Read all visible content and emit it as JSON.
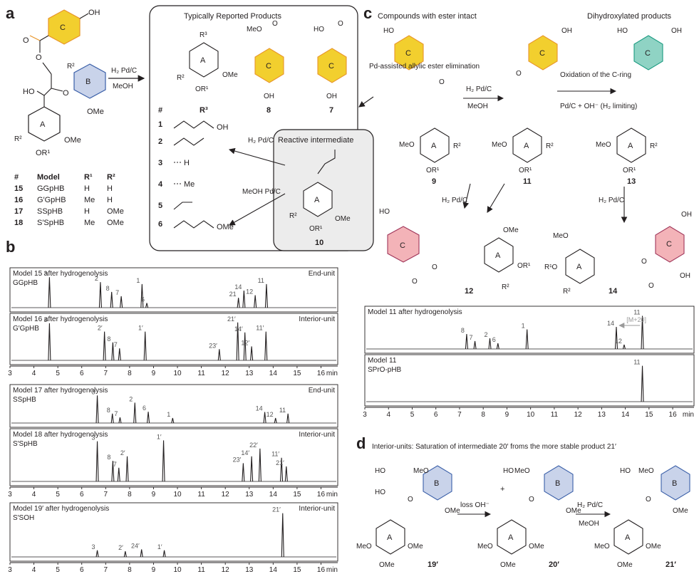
{
  "panels": {
    "a": "a",
    "b": "b",
    "c": "c",
    "d": "d"
  },
  "colors": {
    "ring_A": "#ffffff",
    "ring_B_fill": "#c9d3ea",
    "ring_B_stroke": "#3a5fa8",
    "ring_C_fill": "#f2cf2e",
    "ring_C_stroke": "#e8952a",
    "ring_C_dihydroxy_fill": "#8fd3c4",
    "ring_C_dihydroxy_stroke": "#1a9a80",
    "ring_C_saturated_fill": "#f3b3b8",
    "ring_C_saturated_stroke": "#a0365a",
    "reactive_box_fill": "#ececec",
    "trace": "#231f20"
  },
  "panel_a": {
    "reagent_top": "H₂ Pd/C",
    "reagent_bottom": "MeOH",
    "typ_title": "Typically Reported Products",
    "reactive_title": "Reactive intermediate",
    "reactive_reagent1": "H₂ Pd/C",
    "reactive_reagent2": "MeOH Pd/C",
    "compound_8": "8",
    "compound_7": "7",
    "compound_10": "10",
    "r3_label": "R³",
    "hash": "#",
    "r3_list": [
      {
        "num": "1",
        "grp": "OH"
      },
      {
        "num": "2",
        "grp": ""
      },
      {
        "num": "3",
        "grp": "H"
      },
      {
        "num": "4",
        "grp": "Me"
      },
      {
        "num": "5",
        "grp": ""
      },
      {
        "num": "6",
        "grp": "OMe"
      }
    ],
    "model_table": {
      "headers": [
        "#",
        "Model",
        "R¹",
        "R²"
      ],
      "rows": [
        [
          "15",
          "GGpHB",
          "H",
          "H"
        ],
        [
          "16",
          "G′GpHB",
          "Me",
          "H"
        ],
        [
          "17",
          "SSpHB",
          "H",
          "OMe"
        ],
        [
          "18",
          "S′SpHB",
          "Me",
          "OMe"
        ]
      ]
    }
  },
  "panel_c": {
    "title_left": "Compounds with ester intact",
    "title_right": "Dihydroxylated products",
    "pd_elim": "Pd-assisted allylic ester elimination",
    "step1_top": "H₂ Pd/C",
    "step1_bottom": "MeOH",
    "step2_top": "Oxidation of the C-ring",
    "step2_bottom": "Pd/C + OH⁻ (H₂ limiting)",
    "compound_9": "9",
    "compound_11": "11",
    "compound_13": "13",
    "compound_12": "12",
    "compound_14": "14",
    "h2pdc": "H₂ Pd/C"
  },
  "panel_d": {
    "title": "Interior-units: Saturation of intermediate 20′ froms the more stable product 21′",
    "arrow1": "loss OH⁻",
    "arrow2_top": "H₂ Pd/C",
    "arrow2_bottom": "MeOH",
    "compound_19": "19′",
    "compound_20": "20′",
    "compound_21": "21′"
  },
  "chromatograms": [
    {
      "id": "c15",
      "label": "Model 15 after hydrogenolysis",
      "sub": "GGpHB",
      "tag": "End-unit",
      "peaks": [
        {
          "t": 4.65,
          "h": 0.93,
          "lab": "3"
        },
        {
          "t": 6.78,
          "h": 0.78,
          "lab": "2"
        },
        {
          "t": 7.25,
          "h": 0.48,
          "lab": "8"
        },
        {
          "t": 7.65,
          "h": 0.35,
          "lab": "7"
        },
        {
          "t": 8.52,
          "h": 0.72,
          "lab": "1"
        },
        {
          "t": 8.72,
          "h": 0.14,
          "lab": "6"
        },
        {
          "t": 12.55,
          "h": 0.3,
          "lab": "21"
        },
        {
          "t": 12.78,
          "h": 0.52,
          "lab": "14"
        },
        {
          "t": 13.25,
          "h": 0.38,
          "lab": "12"
        },
        {
          "t": 13.72,
          "h": 0.72,
          "lab": "11"
        }
      ]
    },
    {
      "id": "c16",
      "label": "Model 16 after hydrogenolysis",
      "sub": "G′GpHB",
      "tag": "Interior-unit",
      "peaks": [
        {
          "t": 4.65,
          "h": 0.93,
          "lab": "3"
        },
        {
          "t": 6.95,
          "h": 0.72,
          "lab": "2′"
        },
        {
          "t": 7.3,
          "h": 0.45,
          "lab": "8"
        },
        {
          "t": 7.58,
          "h": 0.3,
          "lab": "7"
        },
        {
          "t": 8.65,
          "h": 0.72,
          "lab": "1′"
        },
        {
          "t": 11.75,
          "h": 0.28,
          "lab": "23′"
        },
        {
          "t": 12.52,
          "h": 0.95,
          "lab": "21′"
        },
        {
          "t": 12.82,
          "h": 0.7,
          "lab": "14′"
        },
        {
          "t": 13.1,
          "h": 0.35,
          "lab": "12′"
        },
        {
          "t": 13.7,
          "h": 0.72,
          "lab": "11′"
        }
      ]
    },
    {
      "id": "c17",
      "label": "Model 17 after hydrogenolysis",
      "sub": "SSpHB",
      "tag": "End-unit",
      "peaks": [
        {
          "t": 6.65,
          "h": 0.88,
          "lab": "3"
        },
        {
          "t": 7.28,
          "h": 0.3,
          "lab": "8"
        },
        {
          "t": 7.6,
          "h": 0.18,
          "lab": "7"
        },
        {
          "t": 8.22,
          "h": 0.65,
          "lab": "2"
        },
        {
          "t": 8.78,
          "h": 0.36,
          "lab": "6"
        },
        {
          "t": 9.8,
          "h": 0.16,
          "lab": "1"
        },
        {
          "t": 13.65,
          "h": 0.35,
          "lab": "14"
        },
        {
          "t": 14.1,
          "h": 0.16,
          "lab": "12"
        },
        {
          "t": 14.62,
          "h": 0.3,
          "lab": "11"
        }
      ]
    },
    {
      "id": "c18",
      "label": "Model 18 after hydrogenolysis",
      "sub": "S′SpHB",
      "tag": "Interior-unit",
      "peaks": [
        {
          "t": 6.65,
          "h": 0.88,
          "lab": "3"
        },
        {
          "t": 7.3,
          "h": 0.45,
          "lab": "8"
        },
        {
          "t": 7.55,
          "h": 0.3,
          "lab": "7"
        },
        {
          "t": 7.9,
          "h": 0.55,
          "lab": "2′"
        },
        {
          "t": 9.42,
          "h": 0.9,
          "lab": "1′"
        },
        {
          "t": 12.75,
          "h": 0.4,
          "lab": "23′"
        },
        {
          "t": 13.1,
          "h": 0.55,
          "lab": "14′"
        },
        {
          "t": 13.45,
          "h": 0.72,
          "lab": "22′"
        },
        {
          "t": 14.35,
          "h": 0.52,
          "lab": "11′"
        },
        {
          "t": 14.55,
          "h": 0.33,
          "lab": "21′"
        }
      ]
    },
    {
      "id": "c19",
      "label": "Model 19′ after hydrogenolysis",
      "sub": "S′SOH",
      "tag": "Interior-unit",
      "peaks": [
        {
          "t": 6.65,
          "h": 0.14,
          "lab": "3"
        },
        {
          "t": 7.82,
          "h": 0.12,
          "lab": "2′"
        },
        {
          "t": 8.5,
          "h": 0.16,
          "lab": "24′"
        },
        {
          "t": 9.45,
          "h": 0.14,
          "lab": "1′"
        },
        {
          "t": 14.4,
          "h": 0.93,
          "lab": "21′"
        }
      ]
    },
    {
      "id": "c11a",
      "label": "Model 11 after hydrogenolysis",
      "sub": "",
      "tag": "",
      "peaks": [
        {
          "t": 7.3,
          "h": 0.42,
          "lab": "8"
        },
        {
          "t": 7.65,
          "h": 0.22,
          "lab": "7"
        },
        {
          "t": 8.28,
          "h": 0.3,
          "lab": "2"
        },
        {
          "t": 8.62,
          "h": 0.16,
          "lab": "6"
        },
        {
          "t": 9.85,
          "h": 0.55,
          "lab": "1"
        },
        {
          "t": 13.62,
          "h": 0.62,
          "lab": "14"
        },
        {
          "t": 13.95,
          "h": 0.12,
          "lab": "12"
        },
        {
          "t": 14.72,
          "h": 0.93,
          "lab": "11"
        }
      ],
      "annotation": "[M+20]"
    },
    {
      "id": "c11b",
      "label": "Model 11",
      "sub": "SPrO-pHB",
      "tag": "",
      "peaks": [
        {
          "t": 14.72,
          "h": 0.9,
          "lab": "11"
        }
      ]
    }
  ],
  "axis": {
    "ticks": [
      "3",
      "4",
      "5",
      "6",
      "7",
      "8",
      "9",
      "10",
      "11",
      "12",
      "13",
      "14",
      "15",
      "16"
    ],
    "unit": "min"
  },
  "axis_c": {
    "ticks": [
      "3",
      "4",
      "5",
      "6",
      "7",
      "8",
      "9",
      "10",
      "11",
      "12",
      "13",
      "14",
      "15",
      "16"
    ],
    "unit": "min"
  }
}
